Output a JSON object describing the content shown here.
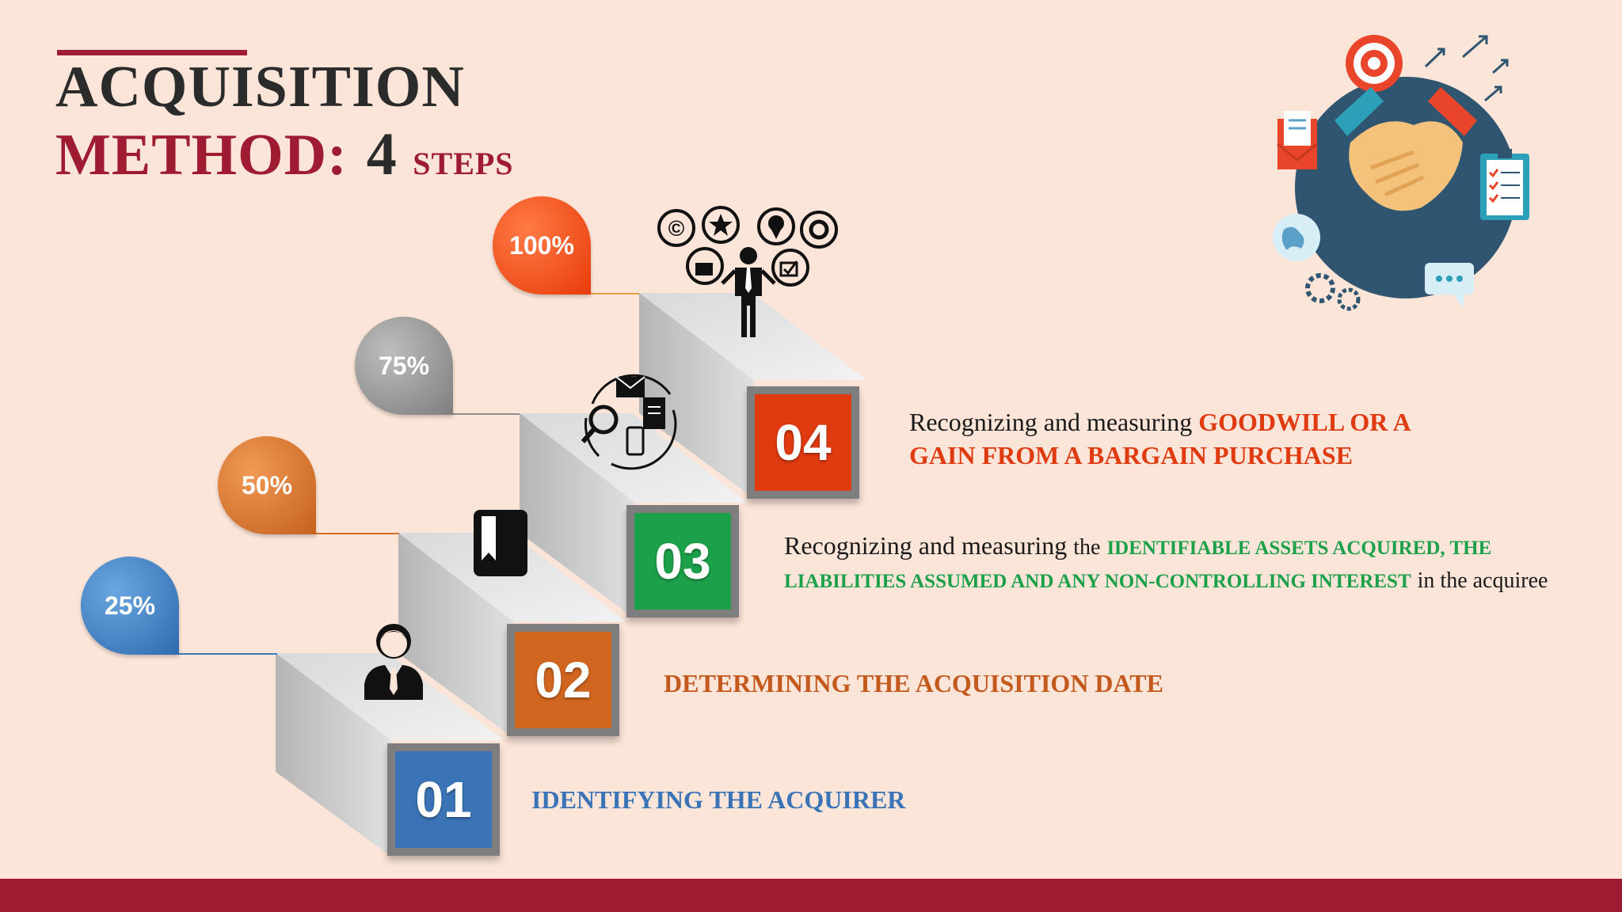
{
  "title": {
    "line1": "ACQUISITION",
    "line2": "METHOD:",
    "count": "4",
    "count_word": "STEPS"
  },
  "steps": [
    {
      "number": "01",
      "percent": "25%",
      "color": "#3a74b6",
      "icon": "businessman-icon",
      "text": "IDENTIFYING THE ACQUIRER"
    },
    {
      "number": "02",
      "percent": "50%",
      "color": "#d0661f",
      "icon": "book-icon",
      "text": "DETERMINING THE ACQUISITION DATE"
    },
    {
      "number": "03",
      "percent": "75%",
      "color": "#1ca14a",
      "icon": "search-documents-icon",
      "text_prefix": "Recognizing and measuring",
      "text_article": "the",
      "text_caps_line1": "IDENTIFIABLE ASSETS ACQUIRED, THE",
      "text_caps_line2": "LIABILITIES ASSUMED AND ANY NON-CONTROLLING INTEREST",
      "text_suffix": "in the acquiree"
    },
    {
      "number": "04",
      "percent": "100%",
      "color": "#e03a10",
      "icon": "leader-skills-icon",
      "text_prefix": "Recognizing and measuring",
      "text_caps_line1": "GOODWILL OR A",
      "text_caps_line2": "GAIN FROM A BARGAIN PURCHASE"
    }
  ],
  "drop_colors": [
    "#3a7cc0",
    "#d4702a",
    "#8e8e8e",
    "#f0440e"
  ],
  "illustration": "handshake-icon"
}
